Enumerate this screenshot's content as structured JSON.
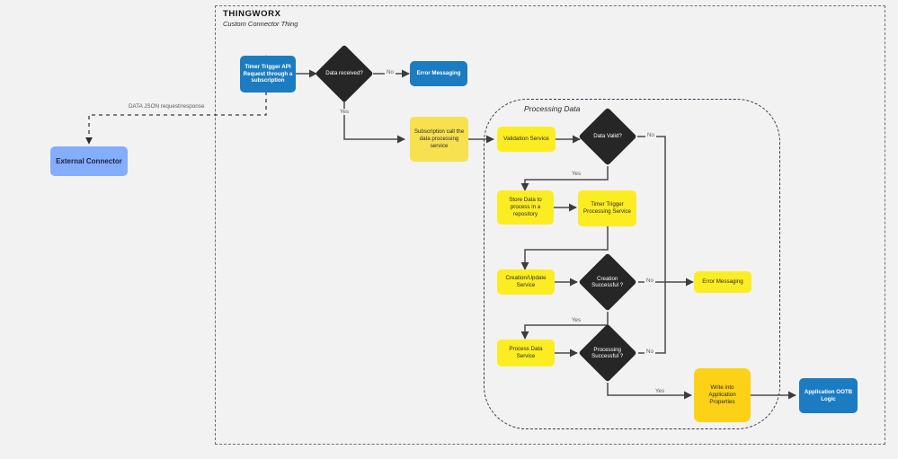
{
  "diagram": {
    "title": "THINGWORX",
    "subtitle": "Custom Connector Thing",
    "group_title": "Processing Data",
    "background": "#F2F2F2",
    "colors": {
      "blue": "#1B7CC2",
      "periwinkle": "#84ADFB",
      "yellow_bright": "#FBED21",
      "yellow_mid": "#F7E14F",
      "yellow_gold": "#FCD116",
      "dark": "#262626",
      "connector": "#4A4A4A",
      "dashed_border": "#6E6E6E"
    }
  },
  "nodes": {
    "external_connector": "External Connector",
    "timer_trigger_api": "Timer Trigger API Request through a subscription",
    "data_received": "Data received?",
    "error_messaging_top": "Error Messaging",
    "subscription_call": "Subscription call the data processing service",
    "validation_service": "Validation Service",
    "data_valid": "Data Valid?",
    "store_data": "Store Data to process in a repository",
    "timer_trigger_processing": "Timer Trigger Processing Service",
    "creation_update_service": "Creation/Update Service",
    "creation_successful": "Creation Successful ?",
    "error_messaging_mid": "Error Messaging",
    "process_data_service": "Process Data Service",
    "processing_successful": "Processing Successful ?",
    "write_into_app_properties": "Write into Application Properties",
    "application_ootb_logic": "Application OOTB Logic"
  },
  "edge_labels": {
    "data_json": "DATA JSON request/response",
    "data_received_no": "No",
    "data_received_yes": "Yes",
    "data_valid_no": "No",
    "data_valid_yes": "Yes",
    "creation_no": "No",
    "creation_yes": "Yes",
    "processing_no": "No",
    "processing_yes": "Yes"
  }
}
